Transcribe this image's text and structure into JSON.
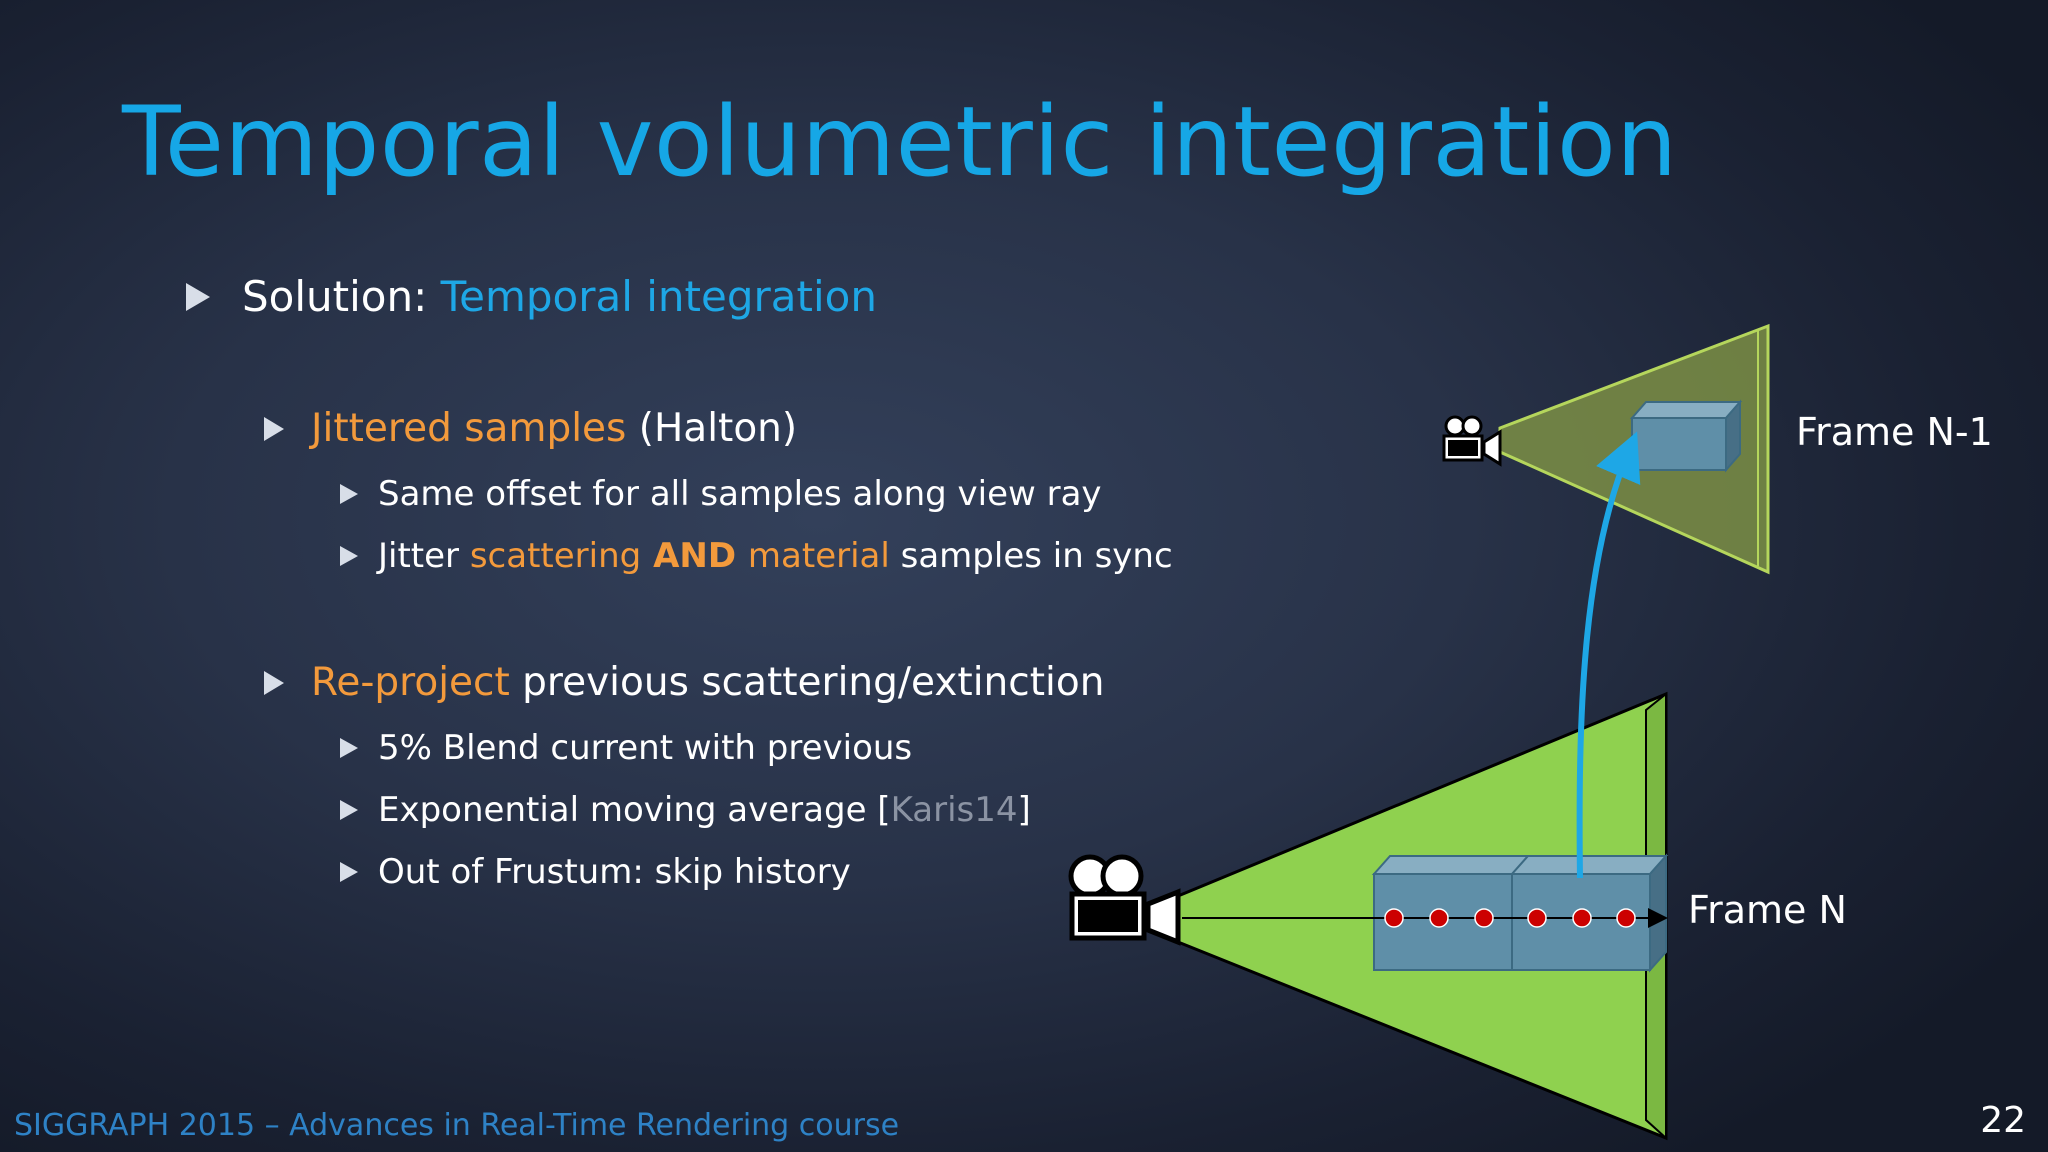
{
  "title": "Temporal volumetric integration",
  "bullets": {
    "solution_prefix": "Solution: ",
    "solution_highlight": "Temporal integration",
    "jitter_highlight": "Jittered samples",
    "jitter_rest": " (Halton)",
    "jitter_sub1": "Same offset for all samples along view ray",
    "jitter_sub2_a": "Jitter ",
    "jitter_sub2_b": "scattering",
    "jitter_sub2_c": " AND ",
    "jitter_sub2_d": "material",
    "jitter_sub2_e": " samples in sync",
    "reproject_highlight": "Re-project",
    "reproject_rest": " previous scattering/extinction",
    "reproject_sub1": "5% Blend current with previous",
    "reproject_sub2_a": "Exponential moving average [",
    "reproject_sub2_ref": "Karis14",
    "reproject_sub2_b": "]",
    "reproject_sub3": "Out of Frustum: skip history"
  },
  "diagram": {
    "label_prev": "Frame N-1",
    "label_curr": "Frame N",
    "camera_icon": "movie-camera-icon",
    "sample_count": 6,
    "colors": {
      "frustum_curr": "#8fd14f",
      "frustum_prev": "#8fa84a",
      "voxel": "#5f8fa8",
      "sample": "#cc0000",
      "reproject_arrow": "#1ea7e6"
    }
  },
  "footer": "SIGGRAPH 2015 – Advances in Real-Time Rendering course",
  "page_number": "22"
}
